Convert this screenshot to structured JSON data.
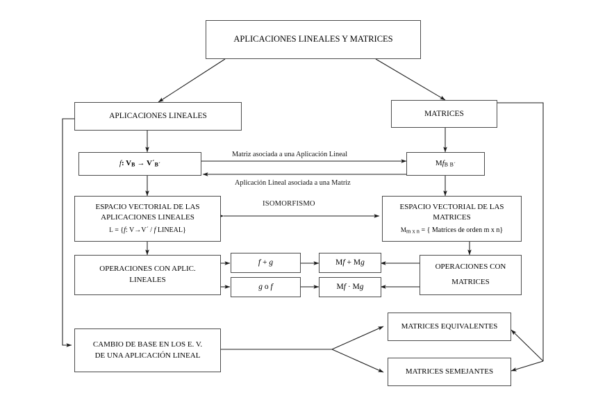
{
  "diagram": {
    "title": "APLICACIONES LINEALES Y MATRICES",
    "nodes": {
      "root": {
        "label": "APLICACIONES LINEALES Y MATRICES"
      },
      "aplicaciones_lineales": {
        "label": "APLICACIONES LINEALES"
      },
      "matrices": {
        "label": "MATRICES"
      },
      "f_map": {
        "prefix": "f",
        "colon": ": V",
        "sub1": "B",
        "arrow": " → V´",
        "sub2": "B´"
      },
      "mf_map": {
        "prefix": "M",
        "ital": "f",
        "sub": "B B´"
      },
      "ev_aplicaciones": {
        "line1": "ESPACIO VECTORIAL DE LAS",
        "line2": "APLICACIONES LINEALES",
        "formula_l": "L",
        "formula_rest": " = {",
        "formula_f": "f",
        "formula_tail": ": V→V´ / ",
        "formula_f2": "f",
        "formula_end": " LINEAL}"
      },
      "ev_matrices": {
        "line1": "ESPACIO VECTORIAL DE LAS",
        "line2": "MATRICES",
        "formula_m": "M",
        "formula_sub": "m x n",
        "formula_rest": " = { Matrices de orden m x n}"
      },
      "op_aplic": {
        "line1": "OPERACIONES CON APLIC.",
        "line2": "LINEALES"
      },
      "op_matrices": {
        "line1": "OPERACIONES CON",
        "line2": "MATRICES"
      },
      "f_plus_g": {
        "a": "f",
        "op": " + ",
        "b": "g"
      },
      "g_comp_f": {
        "a": "g",
        "op": " o ",
        "b": "f"
      },
      "mf_plus_mg": {
        "m1": "M",
        "a": "f",
        "op": " + M",
        "b": "g"
      },
      "mf_dot_mg": {
        "m1": "M",
        "a": "f",
        "op": " · M",
        "b": "g"
      },
      "cambio_base": {
        "line1": "CAMBIO DE BASE EN LOS E. V.",
        "line2": "DE UNA APLICACIÓN LINEAL"
      },
      "matrices_equivalentes": {
        "label": "MATRICES EQUIVALENTES"
      },
      "matrices_semejantes": {
        "label": "MATRICES SEMEJANTES"
      }
    },
    "edge_labels": {
      "matriz_asociada": "Matriz asociada a una Aplicación  Lineal",
      "aplicacion_asociada": "Aplicación Lineal asociada a una Matriz",
      "isomorfismo": "ISOMORFISMO"
    },
    "colors": {
      "stroke": "#4a4a4a",
      "edge": "#1a1a1a",
      "text": "#000000",
      "background": "#ffffff"
    }
  }
}
